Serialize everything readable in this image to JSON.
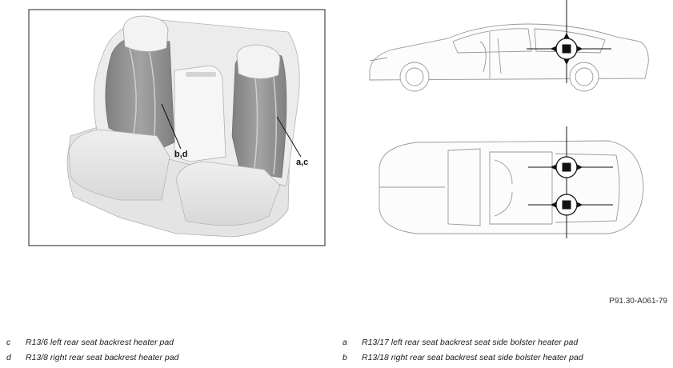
{
  "figure_id": "P91.30-A061-79",
  "callouts": {
    "bd": "b,d",
    "ac": "a,c"
  },
  "legend": {
    "left": [
      {
        "key": "c",
        "text": "R13/6 left rear seat backrest heater pad"
      },
      {
        "key": "d",
        "text": "R13/8 right rear seat backrest heater pad"
      }
    ],
    "right": [
      {
        "key": "a",
        "text": "R13/17 left rear seat backrest seat side bolster heater pad"
      },
      {
        "key": "b",
        "text": "R13/18 right rear seat backrest seat side bolster heater pad"
      }
    ]
  },
  "icons": [
    "heater-pad-location-marker-icon"
  ]
}
